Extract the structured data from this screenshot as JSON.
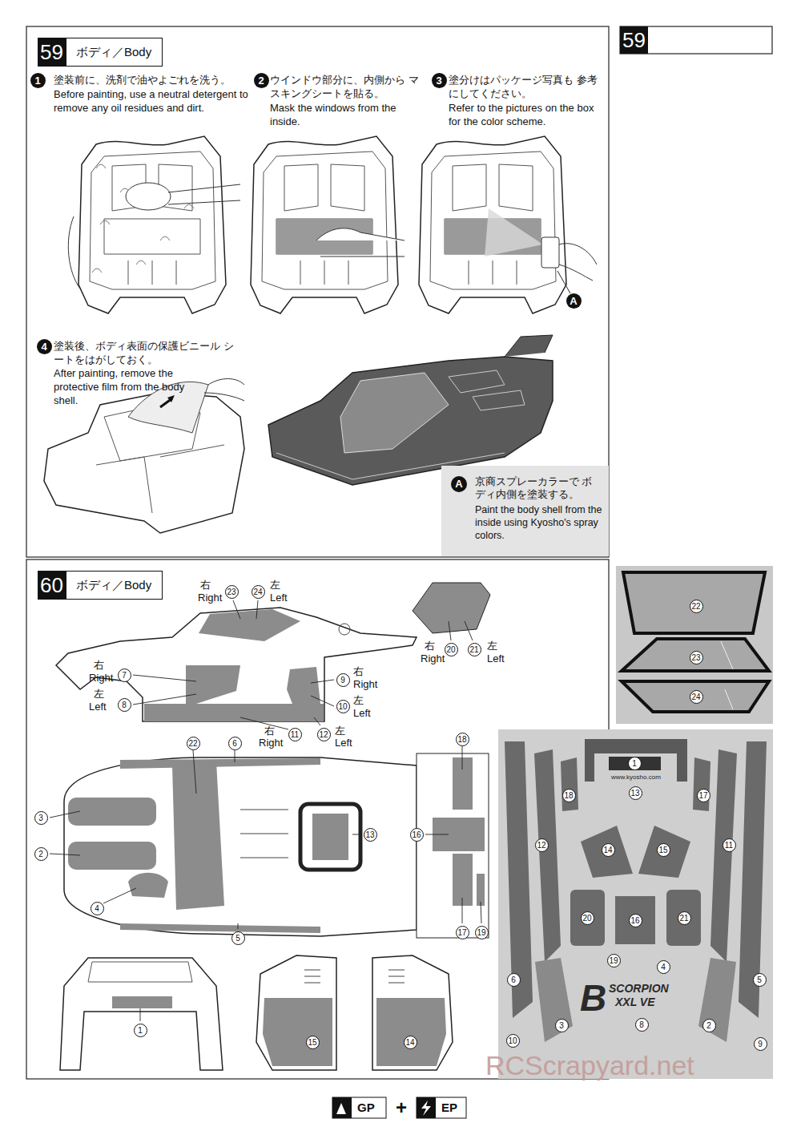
{
  "diagram": {
    "nodes": [
      {
        "text": [
          "59"
        ]
      },
      {
        "text": [
          "ボディ／Body"
        ]
      },
      {
        "text": [
          "A",
          "京商スプレーカラーで ボディ内側を塗装する。",
          "Paint the body shell from the inside using Kyosho's spray colors."
        ]
      },
      {
        "text": [
          "59"
        ]
      },
      {
        "text": [
          "60"
        ]
      },
      {
        "text": [
          "ボディ／Body"
        ]
      }
    ],
    "labels": [
      "1",
      "塗装前に、洗剤で油やよごれを洗う。",
      "Before painting, use a neutral detergent to remove any oil residues and dirt.",
      "2",
      "ウインドウ部分に、内側から マスキングシートを貼る。",
      "Mask the windows from the inside.",
      "3",
      "塗分けはパッケージ写真も 参考にしてください。",
      "Refer to the pictures on the box for the color scheme.",
      "A",
      "4",
      "塗装後、ボディ表面の保護ビニール シートをはがしておく。",
      "After painting, remove the protective film from the body shell.",
      "右",
      "Right",
      "23",
      "24",
      "左",
      "Left",
      "右",
      "Right",
      "20",
      "21",
      "左",
      "Left",
      "右",
      "Right",
      "7",
      "左",
      "Left",
      "8",
      "9",
      "右",
      "Right",
      "10",
      "左",
      "Left",
      "右",
      "Right",
      "11",
      "12",
      "左",
      "Left",
      "22",
      "6",
      "18",
      "3",
      "2",
      "13",
      "16",
      "4",
      "5",
      "17",
      "19",
      "1",
      "15",
      "14",
      "22",
      "23",
      "24",
      "www.kyosho.com",
      "1",
      "13",
      "18",
      "17",
      "12",
      "11",
      "14",
      "15",
      "20",
      "16",
      "21",
      "19",
      "4",
      "6",
      "5",
      "B",
      "SCORPION",
      "XXL VE",
      "8",
      "3",
      "2",
      "10",
      "9",
      "GP",
      "+",
      "EP",
      "RCScrapyard.net"
    ]
  }
}
